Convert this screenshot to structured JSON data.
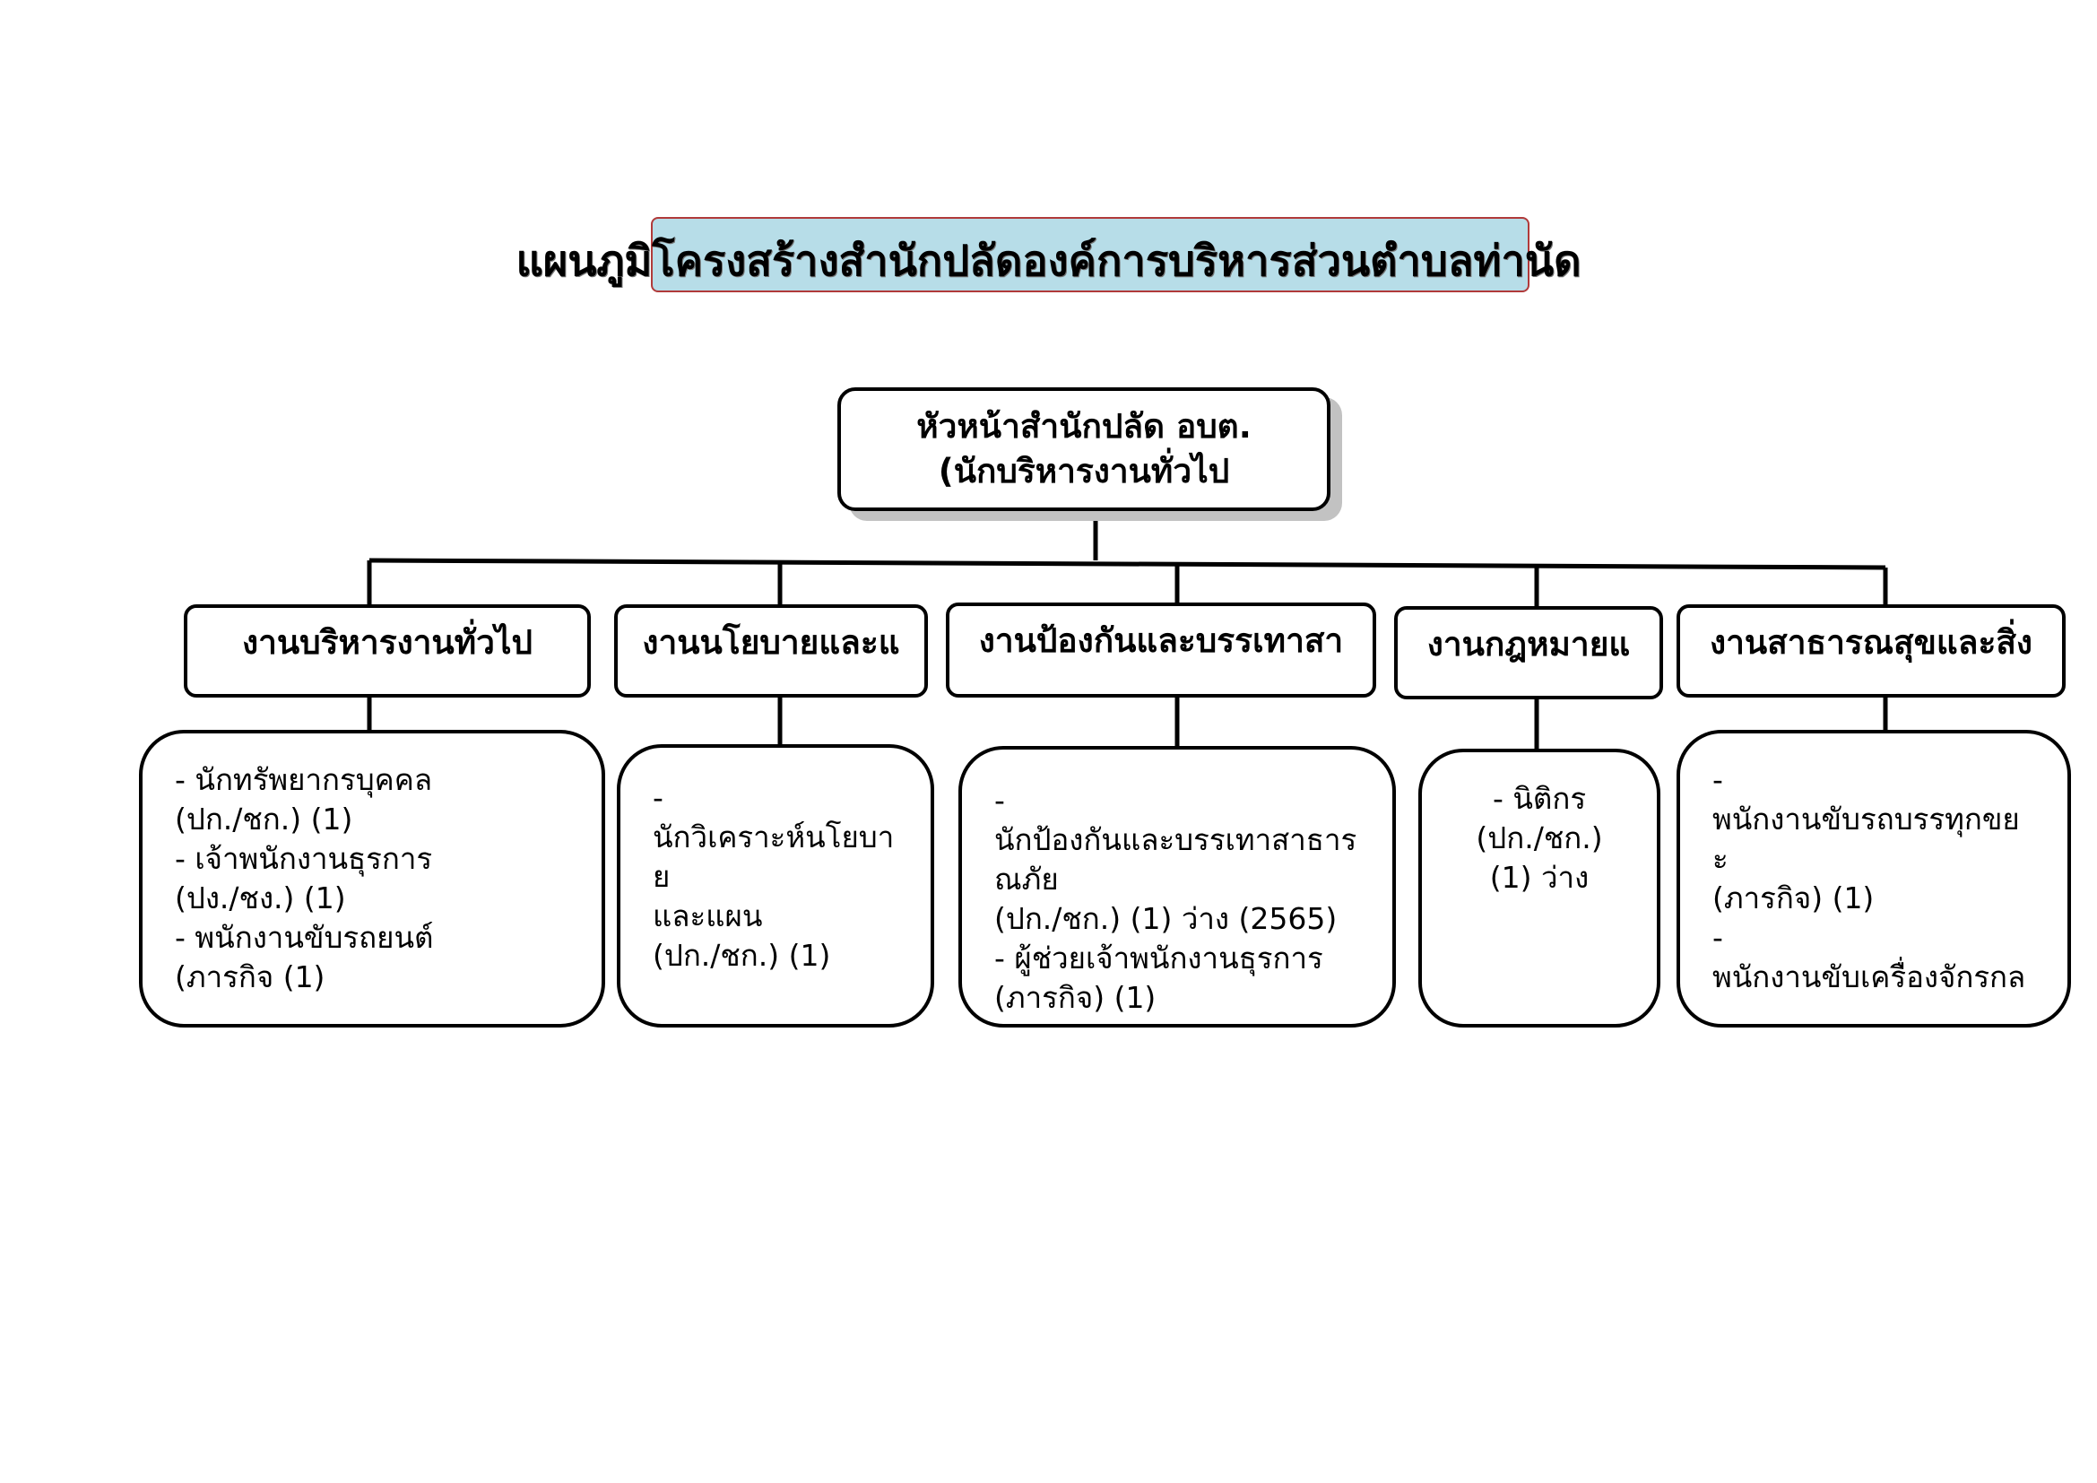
{
  "title": "แผนภูมิโครงสร้างสำนักปลัดองค์การบริหารส่วนตำบลท่านัด",
  "head": {
    "line1": "หัวหน้าสำนักปลัด อบต.",
    "line2": "(นักบริหารงานทั่วไป"
  },
  "divisions": [
    {
      "label": "งานบริหารงานทั่วไป"
    },
    {
      "label": "งานนโยบายและแ"
    },
    {
      "label": "งานป้องกันและบรรเทาสา"
    },
    {
      "label": "งานกฎหมายแ"
    },
    {
      "label": "งานสาธารณสุขและสิ่ง"
    }
  ],
  "staff": [
    {
      "lines": [
        "-  นักทรัพยากรบุคคล",
        "(ปก./ชก.) (1)",
        "-  เจ้าพนักงานธุรการ",
        "(ปง./ชง.) (1)",
        "-  พนักงานขับรถยนต์",
        "(ภารกิจ (1)"
      ]
    },
    {
      "lines": [
        "-",
        "นักวิเคราะห์นโยบา",
        "ย",
        "   และแผน",
        "(ปก./ชก.) (1)"
      ]
    },
    {
      "lines": [
        "-",
        "นักป้องกันและบรรเทาสาธาร",
        "ณภัย",
        "  (ปก./ชก.) (1) ว่าง (2565)",
        "- ผู้ช่วยเจ้าพนักงานธุรการ",
        "(ภารกิจ) (1)"
      ]
    },
    {
      "lines": [
        "-  นิติกร",
        "(ปก./ชก.)",
        "(1) ว่าง"
      ]
    },
    {
      "lines": [
        "-",
        "พนักงานขับรถบรรทุกขย",
        "ะ",
        "  (ภารกิจ)  (1)",
        "-",
        "พนักงานขับเครื่องจักรกล"
      ]
    }
  ]
}
